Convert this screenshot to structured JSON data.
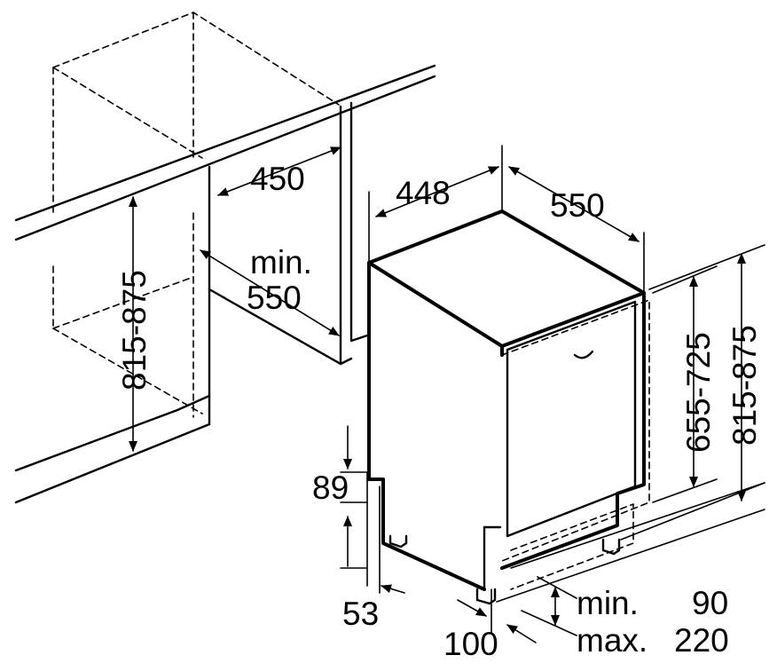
{
  "labels": {
    "niche_width": "450",
    "niche_depth_a": "min.",
    "niche_depth_b": "550",
    "niche_height": "815-875",
    "appliance_width": "448",
    "appliance_depth": "550",
    "door_height": "655-725",
    "appliance_height": "815-875",
    "foot_89": "89",
    "foot_53": "53",
    "foot_100": "100",
    "plinth_min": "min.",
    "plinth_min_val": "90",
    "plinth_max": "max.",
    "plinth_max_val": "220"
  }
}
